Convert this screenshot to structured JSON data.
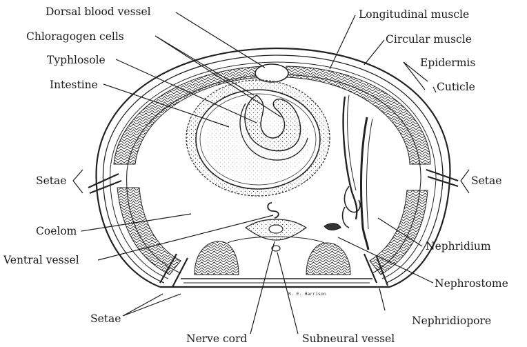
{
  "labels": {
    "dorsal_blood_vessel": "Dorsal blood vessel",
    "chloragogen_cells": "Chloragogen cells",
    "typhlosole": "Typhlosole",
    "intestine": "Intestine",
    "longitudinal_muscle": "Longitudinal muscle",
    "circular_muscle": "Circular muscle",
    "epidermis": "Epidermis",
    "cuticle": "Cuticle",
    "setae_left": "Setae",
    "setae_right": "Setae",
    "coelom": "Coelom",
    "ventral_vessel": "Ventral vessel",
    "nephridium": "Nephridium",
    "nephrostome": "Nephrostome",
    "setae_bottom": "Setae",
    "nephridiopore": "Nephridiopore",
    "nerve_cord": "Nerve cord",
    "subneural_vessel": "Subneural vessel",
    "artist_signature": "R. E. Harrison"
  }
}
